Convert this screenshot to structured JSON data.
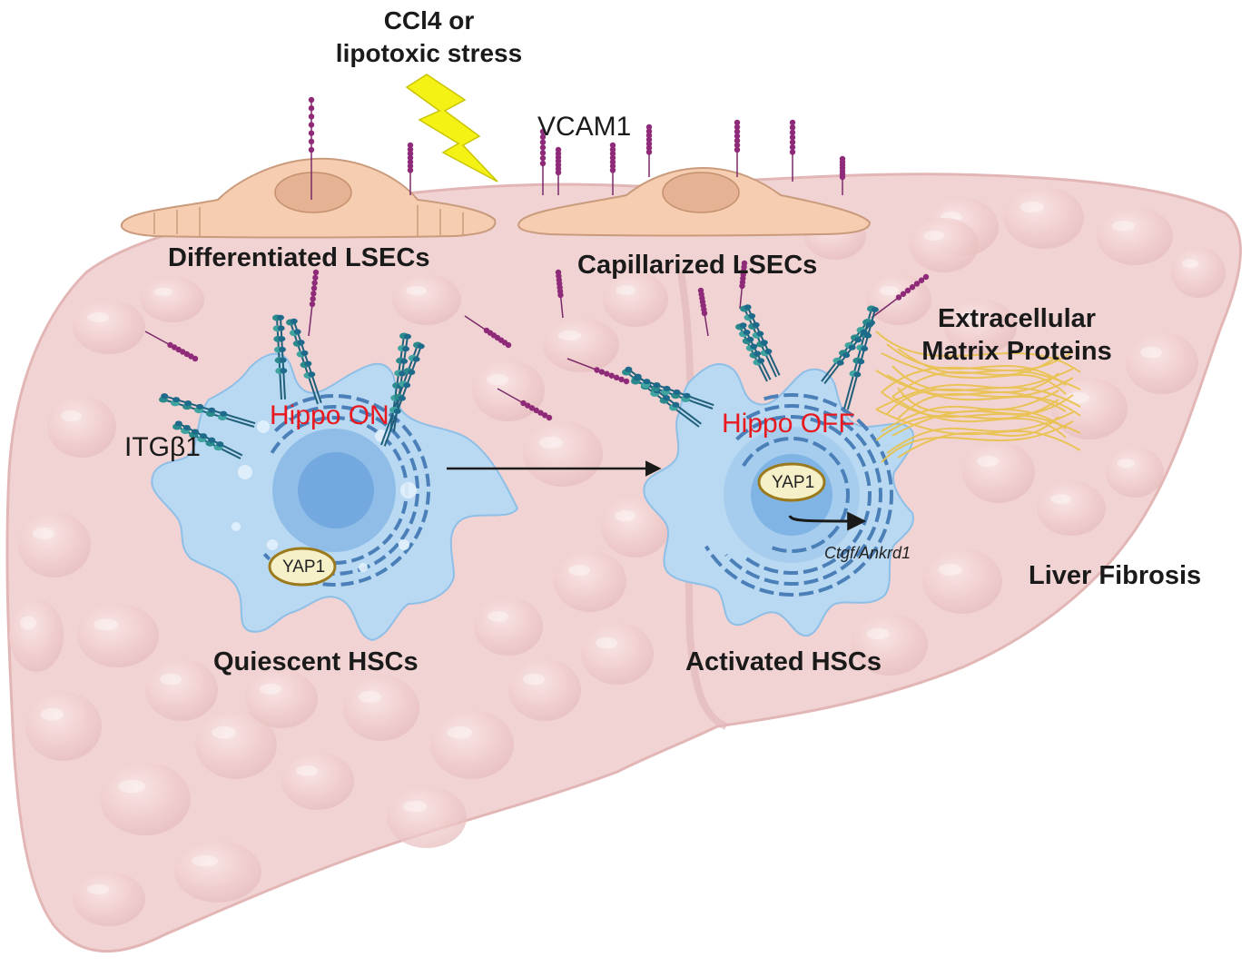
{
  "labels": {
    "trigger": "CCl4 or\nlipotoxic stress",
    "vcam1": "VCAM1",
    "differentiated_lsecs": "Differentiated LSECs",
    "capillarized_lsecs": "Capillarized LSECs",
    "hippo_on": "Hippo ON",
    "hippo_off": "Hippo OFF",
    "itgb1": "ITGβ1",
    "yap1_quiescent": "YAP1",
    "yap1_activated": "YAP1",
    "target_genes": "Ctgf/Ankrd1",
    "ecm": "Extracellular\nMatrix Proteins",
    "liver_fibrosis": "Liver Fibrosis",
    "quiescent_hscs": "Quiescent HSCs",
    "activated_hscs": "Activated HSCs"
  },
  "colors": {
    "liver": "#f2d2d2",
    "liver_outline": "#e6b8b8",
    "lsec_cell": "#f6cdb0",
    "lsec_nucleus": "#e5b293",
    "hsc_body": "#b9d8f2",
    "hsc_nucleus": "#7fb1e3",
    "er": "#4a7fb8",
    "vcam": "#8e2a78",
    "integrin": "#2a8a8c",
    "hippo_text": "#e8191f",
    "lightning": "#f4f214",
    "ecm_fibers": "#e9c24a",
    "yap_fill": "#f6f0c8",
    "yap_stroke": "#9a7a1c"
  }
}
